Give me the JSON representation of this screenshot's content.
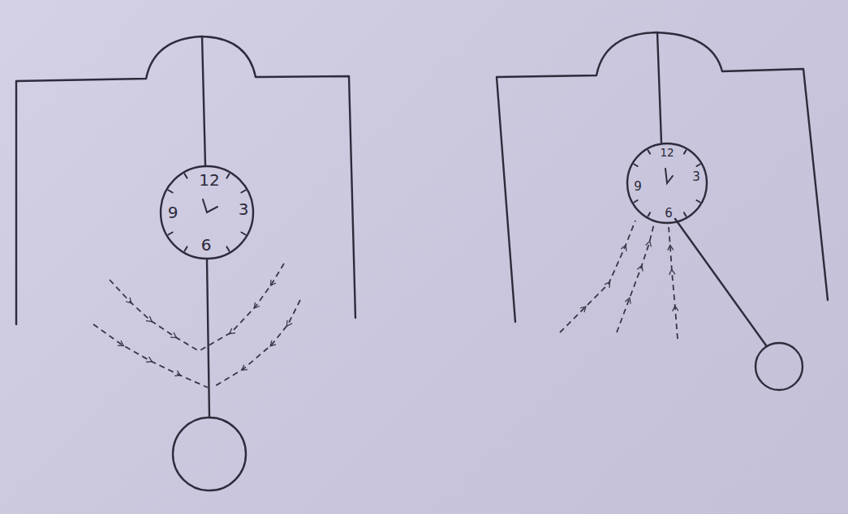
{
  "diagram": {
    "nodes": [
      {
        "text": [
          "12",
          "3",
          "6",
          "9"
        ]
      },
      {
        "text": [
          "12",
          "3",
          "9",
          "6"
        ]
      }
    ]
  }
}
